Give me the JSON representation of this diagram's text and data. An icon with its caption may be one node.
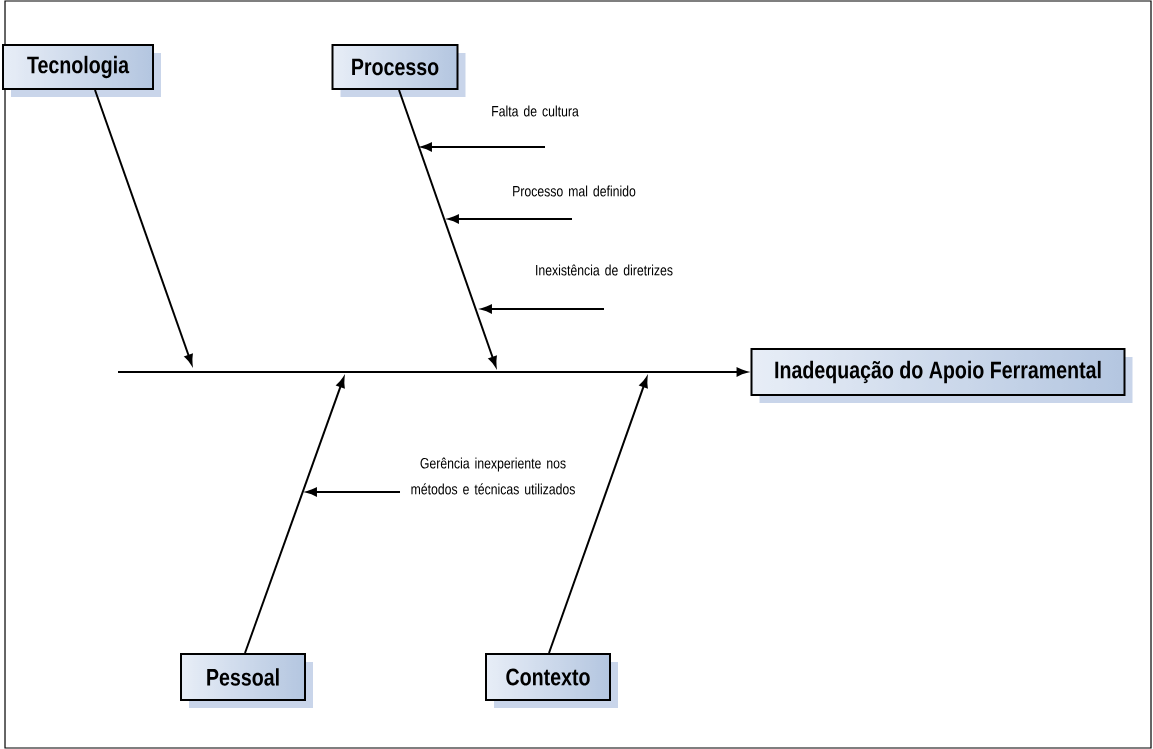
{
  "diagram": {
    "nodes": [
      {
        "text": [
          "Tecnologia"
        ]
      },
      {
        "text": [
          "Processo"
        ]
      },
      {
        "text": [
          "Inadequação do Apoio Ferramental"
        ]
      },
      {
        "text": [
          "Pessoal"
        ]
      },
      {
        "text": [
          "Contexto"
        ]
      },
      {
        "text": [
          "Falta de cultura"
        ]
      },
      {
        "text": [
          "Processo mal definido"
        ]
      },
      {
        "text": [
          "Inexistência de diretrizes"
        ]
      },
      {
        "text": [
          "Gerência inexperiente nos métodos e técnicas utilizados"
        ]
      }
    ],
    "edges": [
      {
        "from": 0,
        "to": null,
        "arrow": "to"
      },
      {
        "from": 1,
        "to": null,
        "arrow": "to"
      },
      {
        "from": 3,
        "to": null,
        "arrow": "to"
      },
      {
        "from": 4,
        "to": null,
        "arrow": "to"
      },
      {
        "from": null,
        "to": 2,
        "arrow": "to"
      },
      {
        "from": 5,
        "to": null,
        "arrow": "to"
      },
      {
        "from": 6,
        "to": null,
        "arrow": "to"
      },
      {
        "from": 7,
        "to": null,
        "arrow": "to"
      },
      {
        "from": 8,
        "to": null,
        "arrow": "to"
      }
    ]
  }
}
